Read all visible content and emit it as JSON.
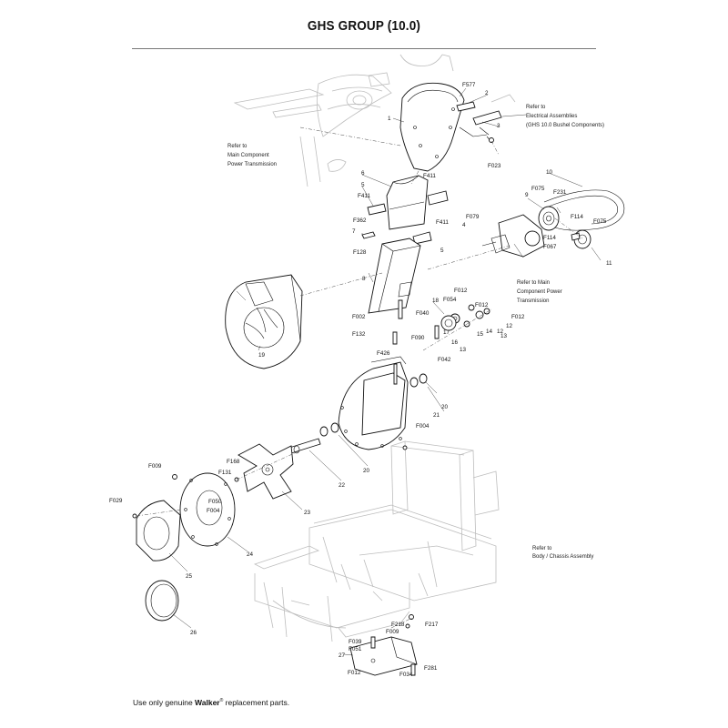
{
  "title": "GHS GROUP (10.0)",
  "notes": {
    "electrical": [
      "Refer to",
      "Electrical Assemblies",
      "(GHS 10.0 Bushel Components)"
    ],
    "power_left": [
      "Refer to",
      "Main Component",
      "Power Transmission"
    ],
    "power_right": [
      "Refer to Main",
      "Component Power",
      "Transmission"
    ],
    "body": [
      "Refer to",
      "Body / Chassis Assembly"
    ]
  },
  "footer": {
    "prefix": "Use only genuine ",
    "brand": "Walker",
    "reg": "®",
    "suffix": " replacement parts."
  },
  "callouts": {
    "c1": "1",
    "c2": "2",
    "c3": "3",
    "c4": "4",
    "c5a": "5",
    "c5b": "5",
    "c6": "6",
    "c7": "7",
    "c8": "8",
    "c9": "9",
    "c10": "10",
    "c11": "11",
    "c12a": "12",
    "c12b": "12",
    "c13a": "13",
    "c13b": "13",
    "c14": "14",
    "c15": "15",
    "c16": "16",
    "c17": "17",
    "c18": "18",
    "c19": "19",
    "c20a": "20",
    "c20b": "20",
    "c21": "21",
    "c22": "22",
    "c23": "23",
    "c24": "24",
    "c25": "25",
    "c26": "26",
    "c27": "27",
    "F577": "F577",
    "F023": "F023",
    "F411a": "F411",
    "F411b": "F411",
    "F411c": "F411",
    "F079": "F079",
    "F362": "F362",
    "F128": "F128",
    "F075a": "F075",
    "F075b": "F075",
    "F231": "F231",
    "F114a": "F114",
    "F114b": "F114",
    "F067": "F067",
    "F012a": "F012",
    "F012b": "F012",
    "F012c": "F012",
    "F054": "F054",
    "F040": "F040",
    "F090": "F090",
    "F042": "F042",
    "F002": "F002",
    "F132": "F132",
    "F426": "F426",
    "F004a": "F004",
    "F004b": "F004",
    "F168": "F168",
    "F131": "F131",
    "F009a": "F009",
    "F009b": "F009",
    "F050": "F050",
    "F029": "F029",
    "F218": "F218",
    "F217": "F217",
    "F039": "F039",
    "F051": "F051",
    "F034": "F034",
    "F281": "F281"
  }
}
